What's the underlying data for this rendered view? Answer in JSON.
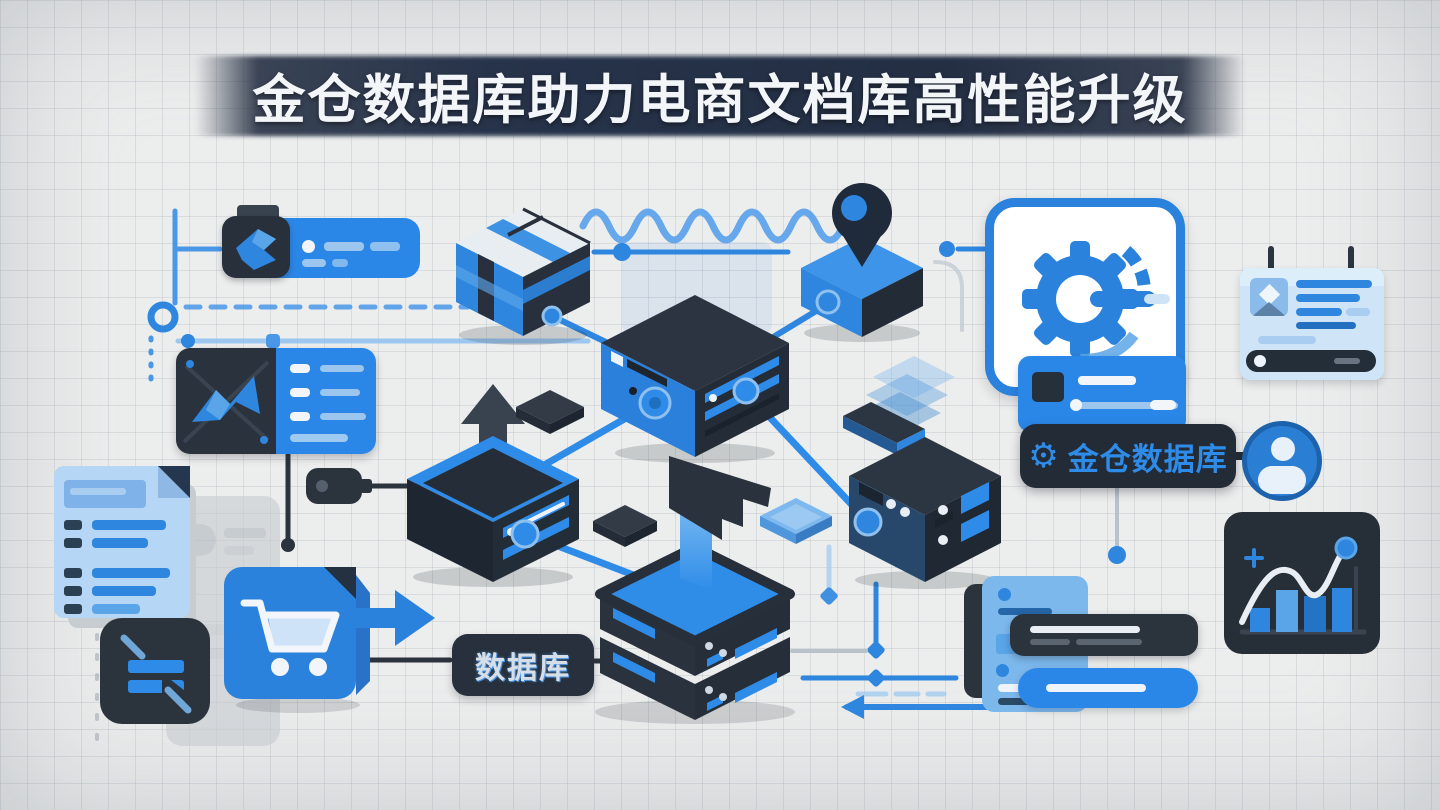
{
  "title": "金仓数据库助力电商文档库高性能升级",
  "badge": {
    "gear_icon_glyph": "⚙",
    "label": "金仓数据库"
  },
  "database_label": "数据库",
  "colors": {
    "background": "#ecedec",
    "grid_line": "#9ea8b0",
    "banner": "#27334a",
    "title_text": "#f3f6f9",
    "primary_blue": "#2a87e8",
    "bright_blue": "#2e8be8",
    "cable_blue": "#4a97e8",
    "dark_navy": "#27303c",
    "dark_panel": "#2b333d",
    "light_blue_card": "#cfe4f6",
    "badge_text": "#2e8be8",
    "badge_background": "#232c36"
  }
}
